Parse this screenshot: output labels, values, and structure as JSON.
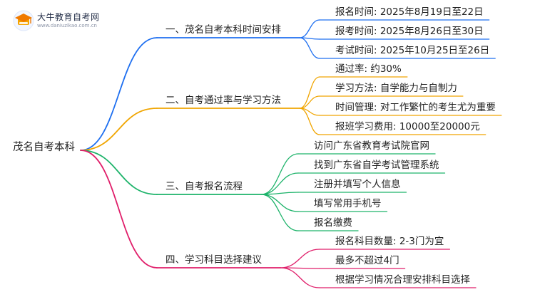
{
  "logo": {
    "title": "大牛教育自考网",
    "url": "www.daniuzikao.com.cn",
    "icon": "graduation-cap-icon"
  },
  "root": {
    "label": "茂名自考本科"
  },
  "branches": [
    {
      "label": "一、茂名自考本科时间安排",
      "color": "#1E6FF0",
      "children": [
        "报名时间: 2025年8月19日至22日",
        "报考时间: 2025年8月26日至30日",
        "考试时间: 2025年10月25日至26日"
      ]
    },
    {
      "label": "二、自考通过率与学习方法",
      "color": "#F0A500",
      "children": [
        "通过率: 约30%",
        "学习方法: 自学能力与自制力",
        "时间管理: 对工作繁忙的考生尤为重要",
        "报班学习费用: 10000至20000元"
      ]
    },
    {
      "label": "三、自考报名流程",
      "color": "#1DB36A",
      "children": [
        "访问广东省教育考试院官网",
        "找到广东省自学考试管理系统",
        "注册并填写个人信息",
        "填写常用手机号",
        "报名缴费"
      ]
    },
    {
      "label": "四、学习科目选择建议",
      "color": "#E01E6A",
      "children": [
        "报名科目数量: 2-3门为宜",
        "最多不超过4门",
        "根据学习情况合理安排科目选择"
      ]
    }
  ]
}
